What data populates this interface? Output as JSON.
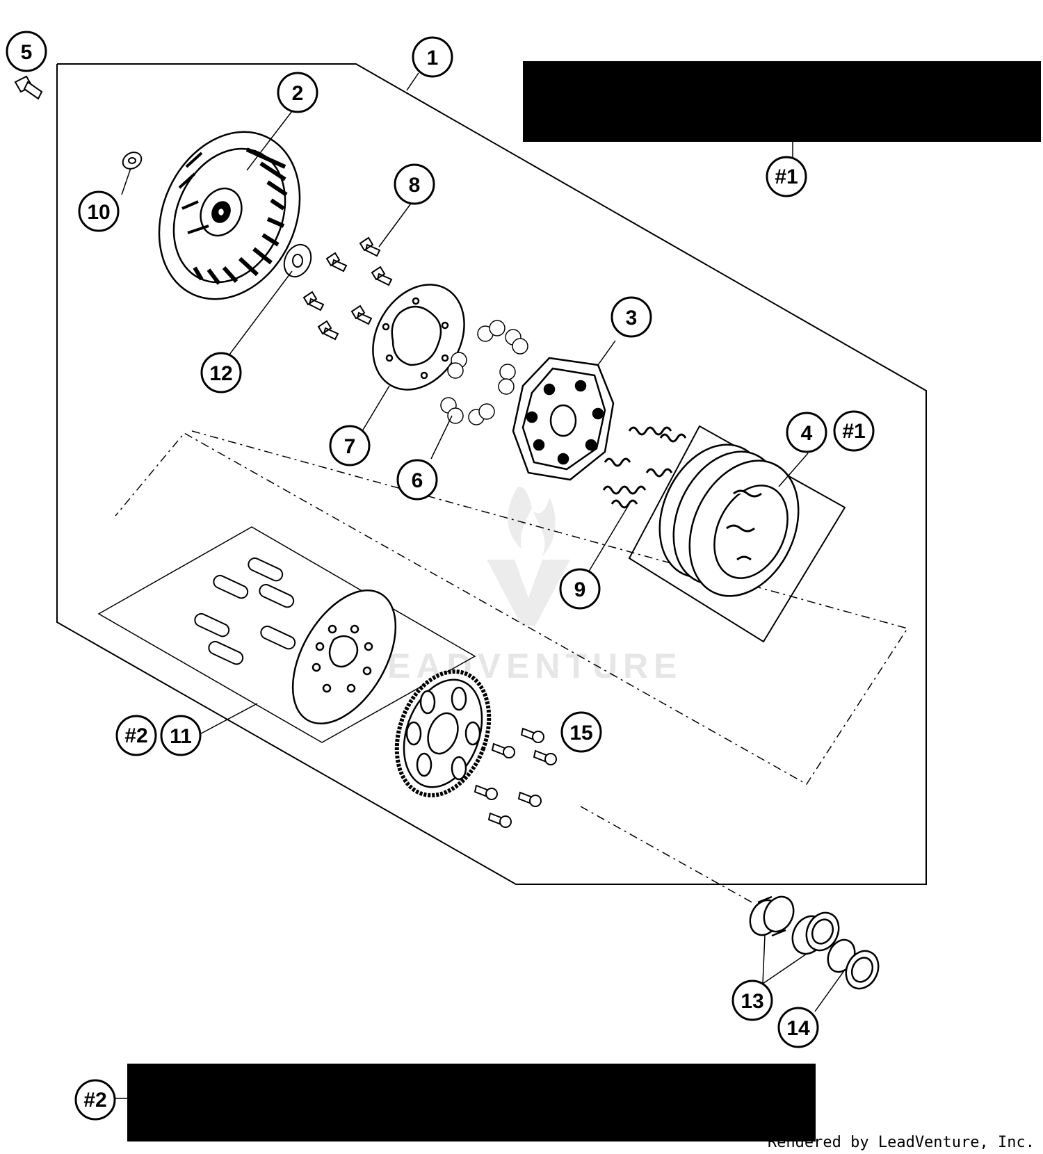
{
  "callouts": {
    "c1": "1",
    "c2": "2",
    "c3": "3",
    "c4": "4",
    "c5": "5",
    "c6": "6",
    "c7": "7",
    "c8": "8",
    "c9": "9",
    "c10": "10",
    "c11": "11",
    "c12": "12",
    "c13": "13",
    "c14": "14",
    "c15": "15",
    "ref1_top": "#1",
    "ref1_part4": "#1",
    "ref2_part11": "#2",
    "ref2_bottom": "#2"
  },
  "watermark": "LEADVENTURE",
  "credit": "Rendered by LeadVenture, Inc.",
  "colors": {
    "ink": "#000000",
    "paper": "#ffffff",
    "watermark": "#e6e6e6"
  }
}
